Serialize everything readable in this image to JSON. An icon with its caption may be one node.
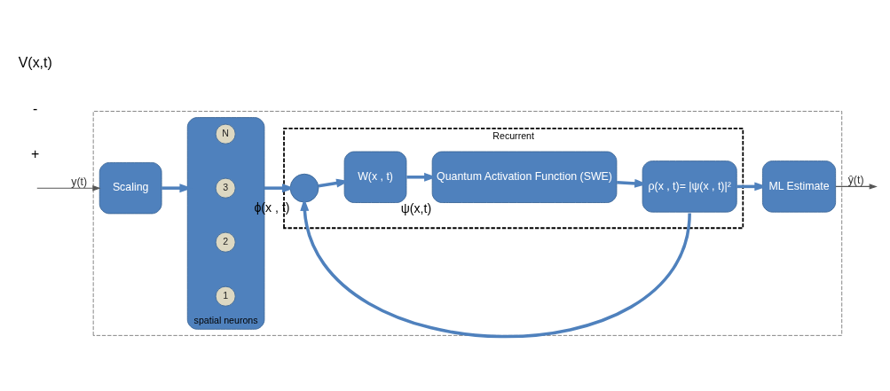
{
  "diagram": {
    "nodes": [
      {
        "text": [],
        "shape": "box"
      },
      {
        "text": [
          "Scaling"
        ],
        "in": 0
      },
      {
        "text": [
          "spatial neurons"
        ],
        "in": 0
      },
      {
        "text": [
          "1"
        ],
        "in": 2
      },
      {
        "text": [
          "2"
        ],
        "in": 2
      },
      {
        "text": [
          "3"
        ],
        "in": 2
      },
      {
        "text": [
          "N"
        ],
        "in": 2
      },
      {
        "text": [
          "Recurrent"
        ],
        "in": 0
      },
      {
        "text": [],
        "shape": "circle",
        "in": 7,
        "beside": [
          "ϕ(x , t)"
        ]
      },
      {
        "text": [
          "W(x , t)"
        ],
        "in": 7
      },
      {
        "text": [
          "Quantum Activation Function (SWE)"
        ],
        "in": 7,
        "beside": [
          "ψ(x,t)"
        ]
      },
      {
        "text": [
          "ρ(x , t)= |ψ(x , t)|²"
        ],
        "in": 7
      },
      {
        "text": [
          "ML Estimate"
        ],
        "in": 0
      }
    ],
    "edges": [
      {
        "from": null,
        "to": 1,
        "arrow": "to",
        "label": "y(t)",
        "color": "#555555"
      },
      {
        "from": 1,
        "to": 2,
        "arrow": "to"
      },
      {
        "from": 2,
        "to": 8,
        "arrow": "to"
      },
      {
        "from": 8,
        "to": 9,
        "arrow": "to"
      },
      {
        "from": 9,
        "to": 10,
        "arrow": "to"
      },
      {
        "from": 10,
        "to": 11,
        "arrow": "to"
      },
      {
        "from": 11,
        "to": 12,
        "arrow": "to"
      },
      {
        "from": 11,
        "to": 8,
        "arrow": "to"
      },
      {
        "from": 12,
        "to": null,
        "arrow": "to",
        "label": "ŷ(t)",
        "color": "#555555"
      }
    ],
    "labels": [
      "+",
      "-",
      "V(x,t)"
    ]
  }
}
